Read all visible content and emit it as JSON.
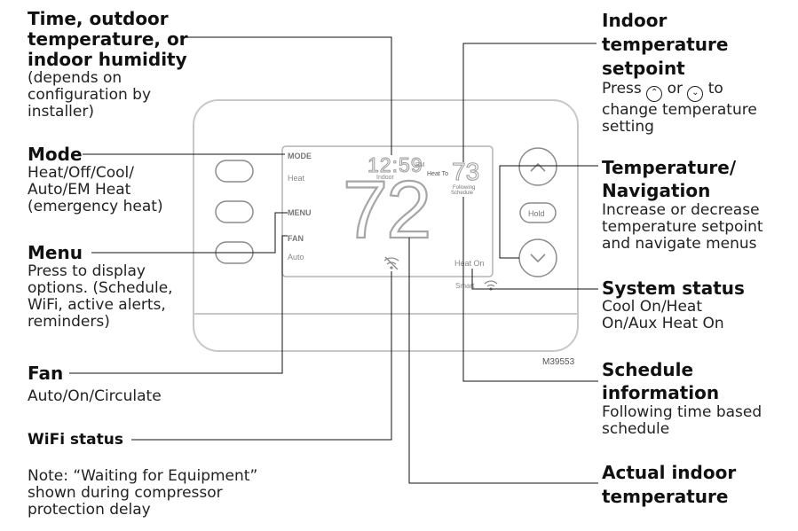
{
  "callouts": {
    "time": {
      "title": "Time, outdoor\ntemperature, or\nindoor humidity",
      "desc": "(depends on\nconfiguration by\ninstaller)"
    },
    "mode": {
      "title": "Mode",
      "desc": "Heat/Off/Cool/\nAuto/EM Heat\n(emergency heat)"
    },
    "menu": {
      "title": "Menu",
      "desc": "Press to display\noptions. (Schedule,\nWiFi, active alerts,\nreminders)"
    },
    "fan": {
      "title": "Fan",
      "desc": "Auto/On/Circulate"
    },
    "wifi": {
      "title": "WiFi status"
    },
    "setpoint": {
      "title": "Indoor\ntemperature\nsetpoint",
      "desc_pre": "Press",
      "desc_mid": "or",
      "desc_post": "to",
      "desc_rest": "change temperature\nsetting"
    },
    "navigation": {
      "title": "Temperature/\nNavigation",
      "desc": "Increase or decrease\ntemperature setpoint\nand navigate menus"
    },
    "system": {
      "title": "System status",
      "desc": "Cool On/Heat\nOn/Aux Heat On"
    },
    "schedule": {
      "title": "Schedule\ninformation",
      "desc": "Following time based\nschedule"
    },
    "actual": {
      "title": "Actual indoor\ntemperature"
    }
  },
  "note": "Note: “Waiting for Equipment”\nshown during compressor\nprotection delay",
  "display": {
    "mode_label": "MODE",
    "mode_value": "Heat",
    "menu_label": "MENU",
    "fan_label": "FAN",
    "fan_value": "Auto",
    "time": "12:59",
    "time_suffix": "PM",
    "time_sub": "Indoor",
    "heat_to": "Heat To",
    "setpoint": "73",
    "following": "Following",
    "schedule": "Schedule",
    "temp": "72",
    "heat_on": "Heat On",
    "smart": "Smart",
    "hold": "Hold"
  },
  "figure_id": "M39553",
  "colors": {
    "text": "#111111",
    "device_outline": "#c8c8c8",
    "screen_outline": "#b4b4b4",
    "segments": "#a6a6a6"
  },
  "icons": {
    "up_button": "chevron-up-icon",
    "down_button": "chevron-down-icon",
    "wifi": "wifi-off-icon",
    "smart_wifi": "wifi-icon"
  }
}
